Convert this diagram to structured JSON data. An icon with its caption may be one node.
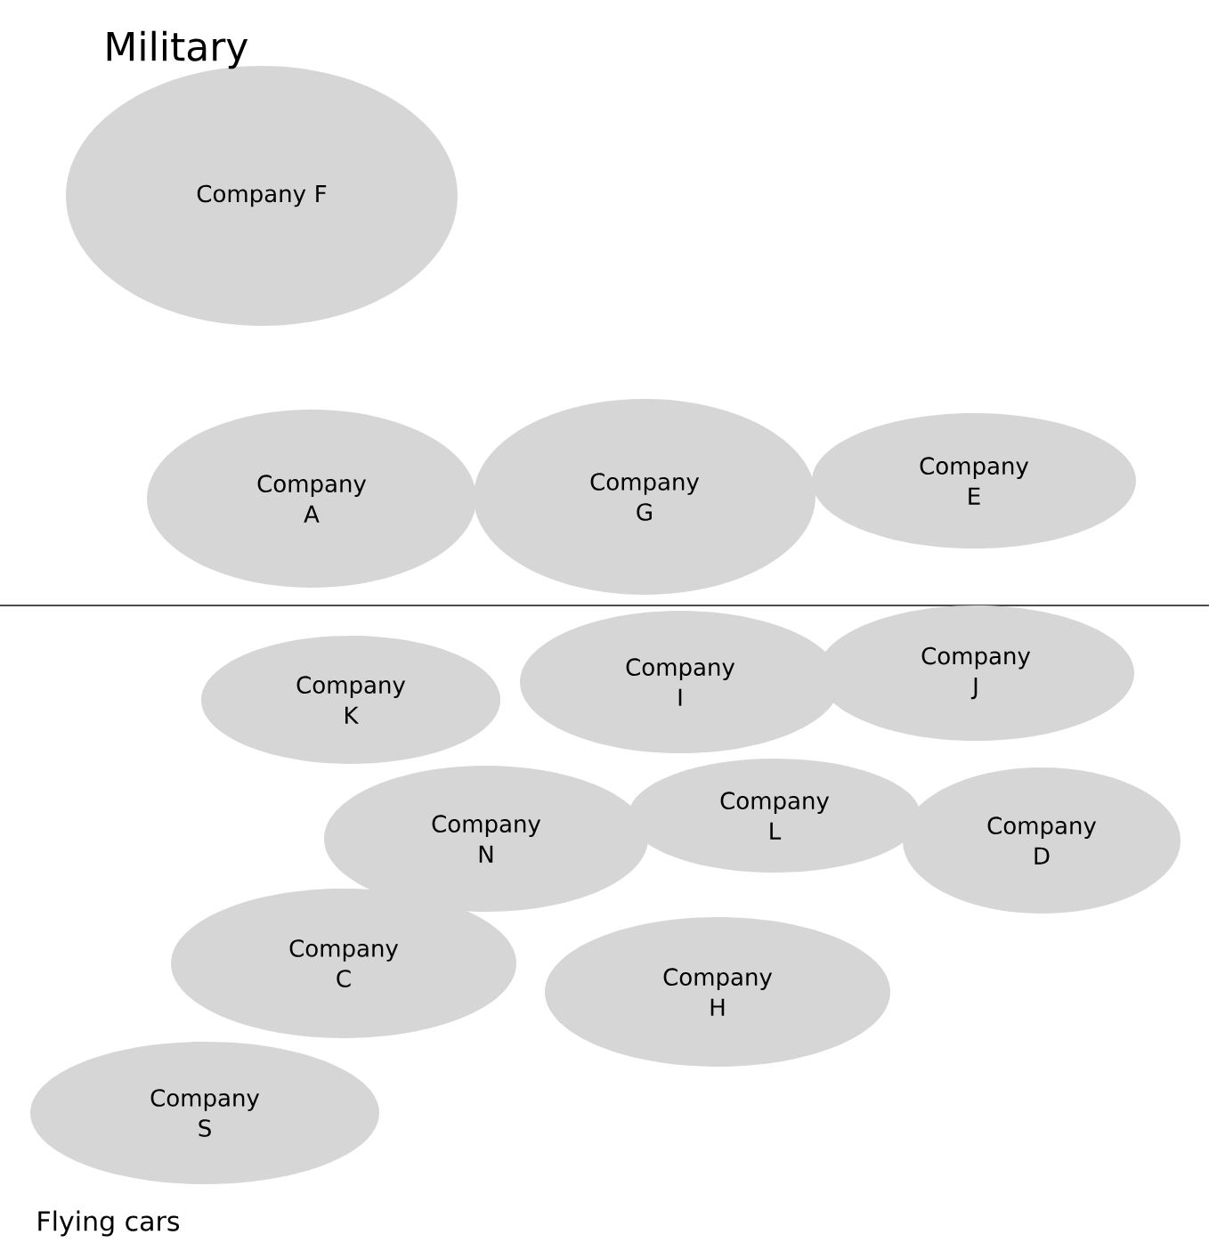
{
  "diagram": {
    "nodes": [
      {
        "text": [
          "Company F"
        ]
      },
      {
        "text": [
          "Company A"
        ]
      },
      {
        "text": [
          "Company G"
        ]
      },
      {
        "text": [
          "Company E"
        ]
      },
      {
        "text": [
          "Company K"
        ]
      },
      {
        "text": [
          "Company I"
        ]
      },
      {
        "text": [
          "Company J"
        ]
      },
      {
        "text": [
          "Company N"
        ]
      },
      {
        "text": [
          "Company L"
        ]
      },
      {
        "text": [
          "Company D"
        ]
      },
      {
        "text": [
          "Company C"
        ]
      },
      {
        "text": [
          "Company H"
        ]
      },
      {
        "text": [
          "Company S"
        ]
      }
    ],
    "labels": [
      "Military",
      "Flying cars"
    ]
  }
}
